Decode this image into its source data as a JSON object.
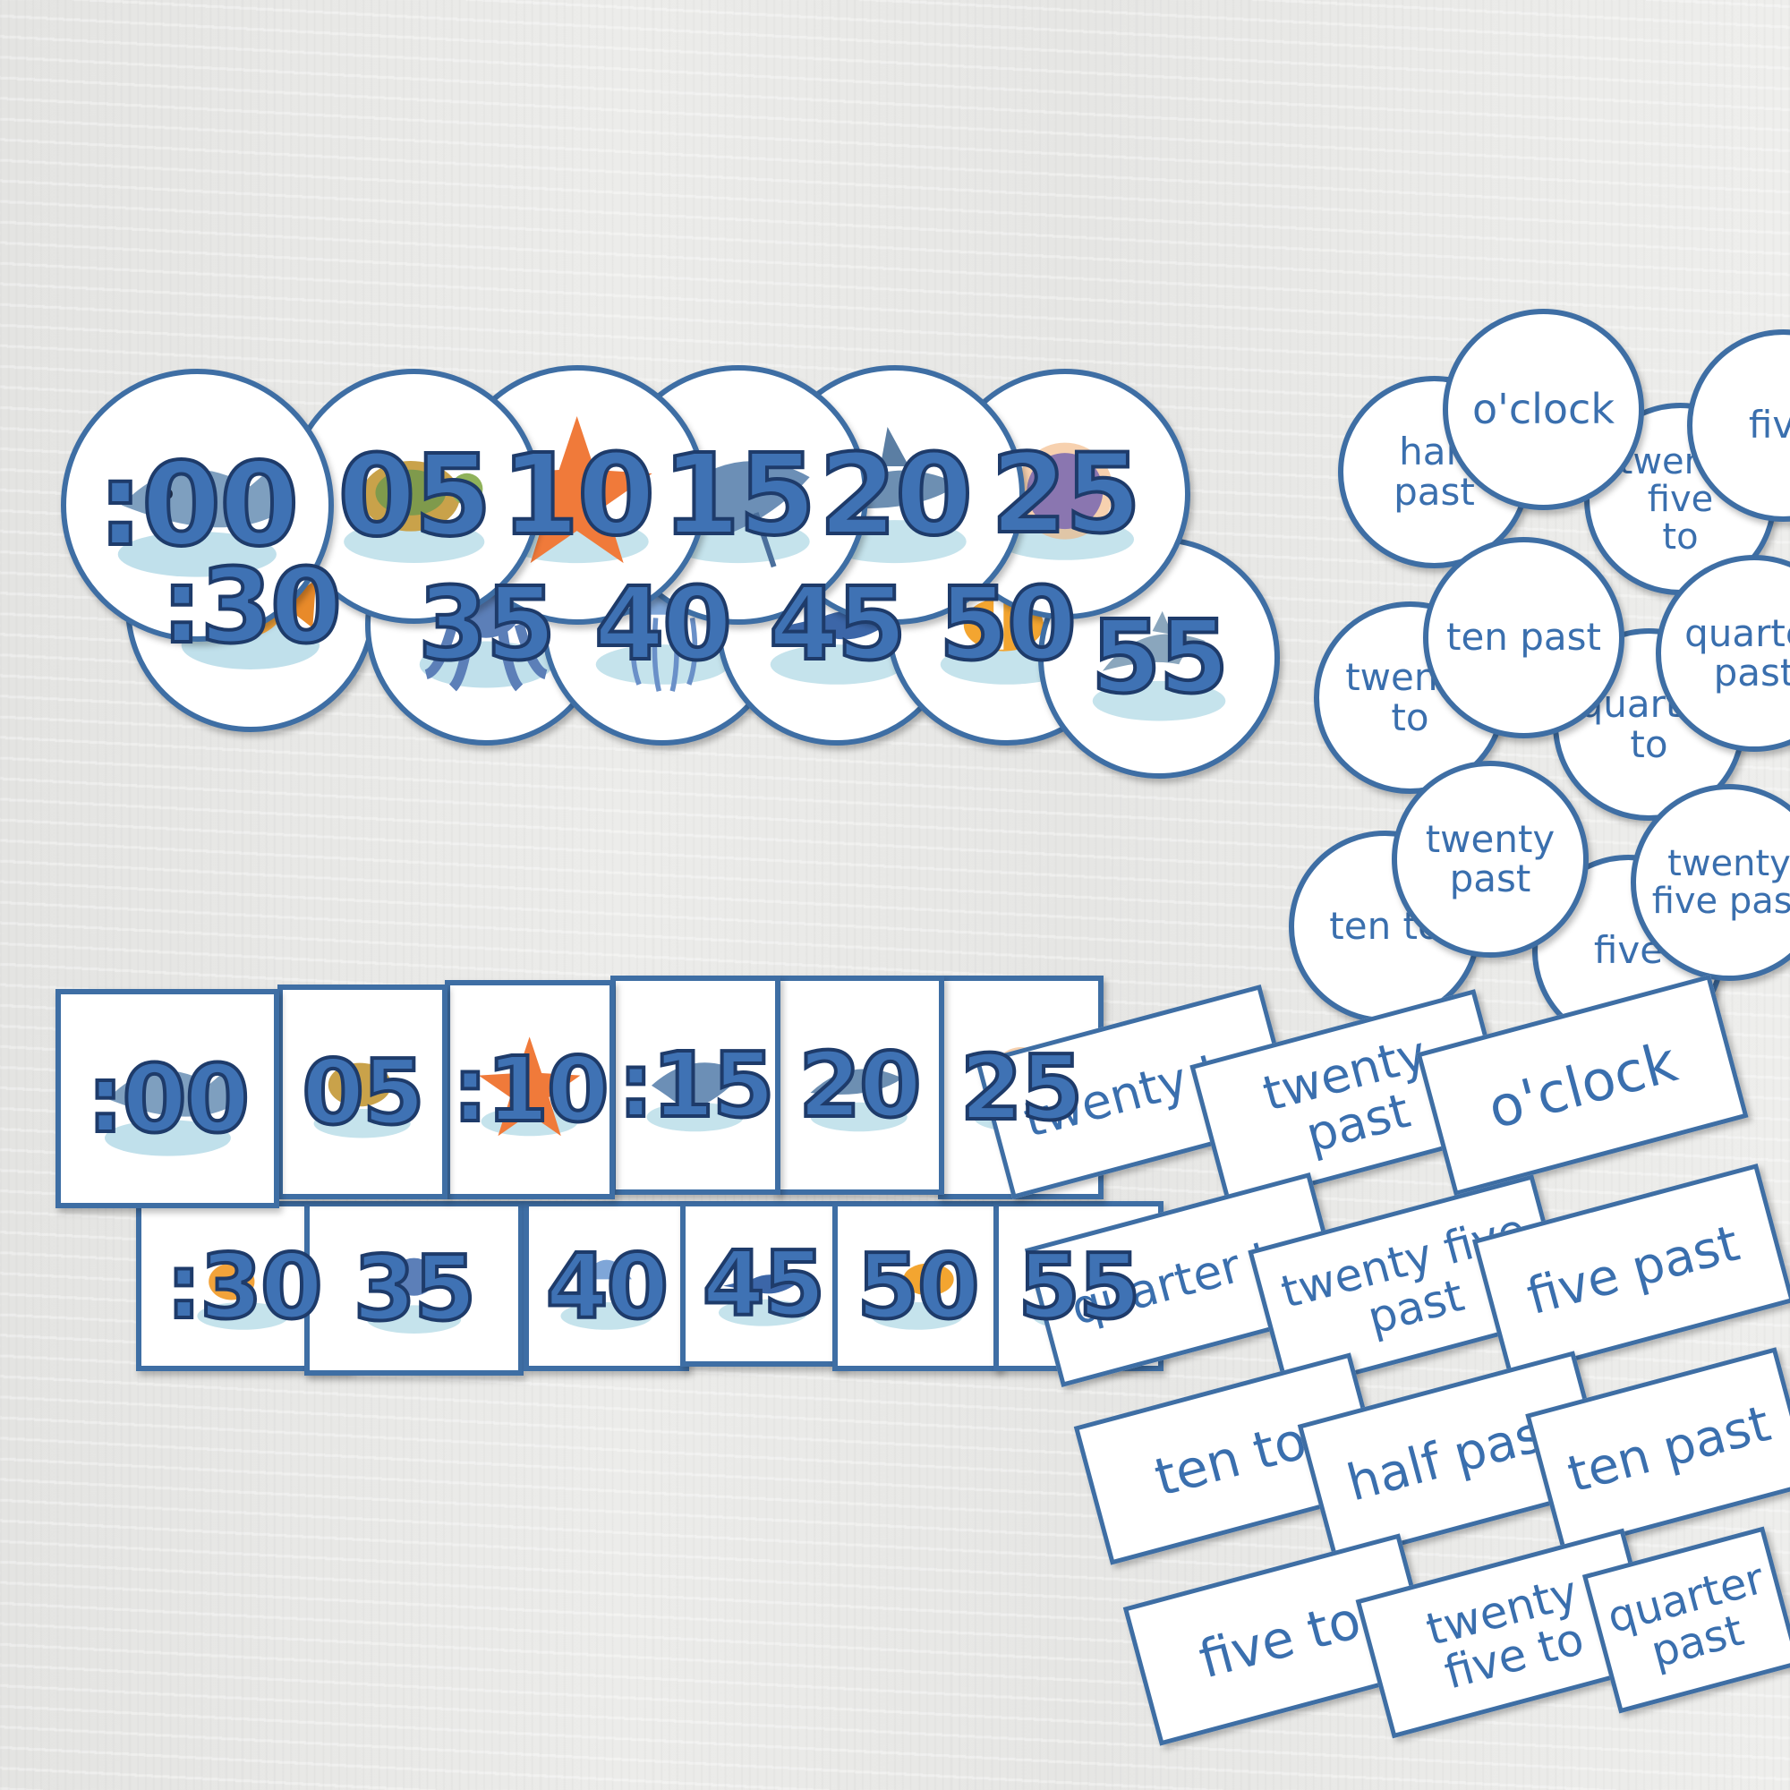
{
  "minute_cards": {
    "round_top_row": [
      ":00",
      "05",
      "10",
      "15",
      "20",
      "25"
    ],
    "round_bottom_row": [
      ":30",
      "35",
      "40",
      "45",
      "50",
      "55"
    ],
    "square_top_row": [
      ":00",
      "05",
      ":10",
      ":15",
      "20",
      "25"
    ],
    "square_bottom_row": [
      ":30",
      "35",
      "40",
      "45",
      "50",
      "55"
    ]
  },
  "phrase_cards": {
    "round": {
      "oclock": "o'clock",
      "five_top": "five",
      "half_past": "half\npast",
      "twenty_five_to": "twenty\nfive\nto",
      "ten_past": "ten past",
      "quarter_past": "quarter\npast",
      "twenty_to": "twenty\nto",
      "quarter_to": "quarter\nto",
      "twenty_past": "twenty\npast",
      "twenty_five_past": "twenty\nfive past",
      "ten_to": "ten to",
      "five_bottom": "five"
    },
    "rect": {
      "twenty_to": "twenty to",
      "twenty_past": "twenty\npast",
      "oclock": "o'clock",
      "quarter_to": "quarter to",
      "twenty_five": "twenty five\npast",
      "five_past": "five past",
      "ten_to": "ten to",
      "half_past": "half past",
      "ten_past": "ten past",
      "five_to": "five to",
      "twenty_five_to": "twenty\nfive to",
      "quarter_past": "quarter\npast"
    }
  },
  "colors": {
    "border": "#3e6ea4",
    "number_fill": "#3f72b4",
    "number_outline": "#1e3b6a",
    "phrase_text": "#3a6fae"
  },
  "icons": {
    "top_round": [
      "whale-icon",
      "turtle-icon",
      "starfish-icon",
      "stingray-icon",
      "shark-icon",
      "pufferfish-icon"
    ],
    "bottom_round": [
      "fish-icon",
      "octopus-icon",
      "jellyfish-icon",
      "swordfish-icon",
      "clownfish-icon",
      "dolphin-icon"
    ]
  }
}
